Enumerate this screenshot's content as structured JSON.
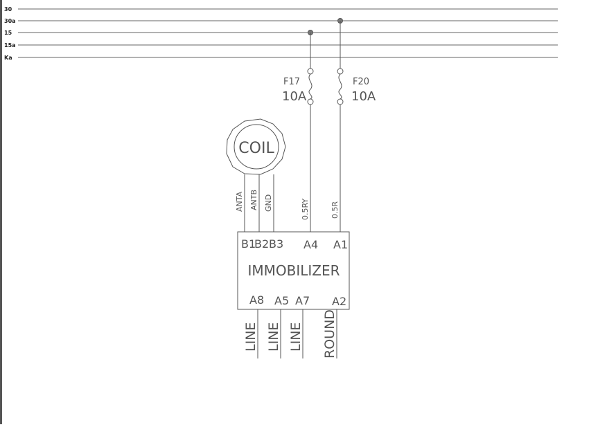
{
  "diagram": {
    "rails": [
      {
        "id": "30",
        "label": "30"
      },
      {
        "id": "30a",
        "label": "30a"
      },
      {
        "id": "15",
        "label": "15"
      },
      {
        "id": "15a",
        "label": "15a"
      },
      {
        "id": "ka",
        "label": "Ka"
      }
    ],
    "fuses": [
      {
        "id": "f17",
        "name": "F17",
        "rating": "10A"
      },
      {
        "id": "f20",
        "name": "F20",
        "rating": "10A"
      }
    ],
    "coil": {
      "label": "COIL"
    },
    "wires": {
      "anta": "ANTA",
      "antb": "ANTB",
      "gnd": "GND",
      "ry": "0.5RY",
      "r": "0.5R"
    },
    "module": {
      "label": "IMMOBILIZER",
      "pins": {
        "b1": "B1",
        "b2": "B2",
        "b3": "B3",
        "a4": "A4",
        "a1": "A1",
        "a8": "A8",
        "a5": "A5",
        "a7": "A7",
        "a2": "A2"
      }
    },
    "bottom_wires": [
      "LINE",
      "LINE",
      "LINE",
      "ROUND"
    ],
    "colors": {
      "line": "#555555",
      "rail": "#666666",
      "node": "#777777"
    }
  }
}
